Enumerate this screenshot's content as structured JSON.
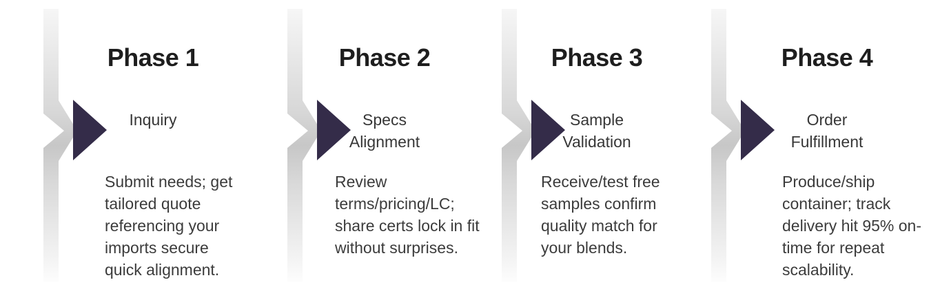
{
  "diagram": {
    "type": "process-flow",
    "colors": {
      "arrow": "#342c49",
      "ribbon_top": "#f6f6f6",
      "ribbon_upper": "#d7d7d7",
      "ribbon_mid": "#c7c7c7",
      "ribbon_lower": "#d9d9d9",
      "ribbon_bottom": "#fdfdfd",
      "title_text": "#1e1e1e",
      "body_text": "#3c3c3c"
    },
    "phases": [
      {
        "title": "Phase 1",
        "label_lines": [
          "Inquiry"
        ],
        "description_lines": [
          "Submit needs; get",
          "tailored quote",
          "referencing your",
          "imports secure",
          "quick alignment."
        ]
      },
      {
        "title": "Phase 2",
        "label_lines": [
          "Specs",
          "Alignment"
        ],
        "description_lines": [
          "Review",
          "terms/pricing/LC;",
          "share certs lock in fit",
          "without surprises."
        ]
      },
      {
        "title": "Phase 3",
        "label_lines": [
          "Sample",
          "Validation"
        ],
        "description_lines": [
          "Receive/test free",
          "samples confirm",
          "quality match for",
          "your blends."
        ]
      },
      {
        "title": "Phase 4",
        "label_lines": [
          "Order",
          "Fulfillment"
        ],
        "description_lines": [
          "Produce/ship",
          "container; track",
          "delivery hit 95% on-",
          "time for repeat",
          "scalability."
        ]
      }
    ]
  }
}
